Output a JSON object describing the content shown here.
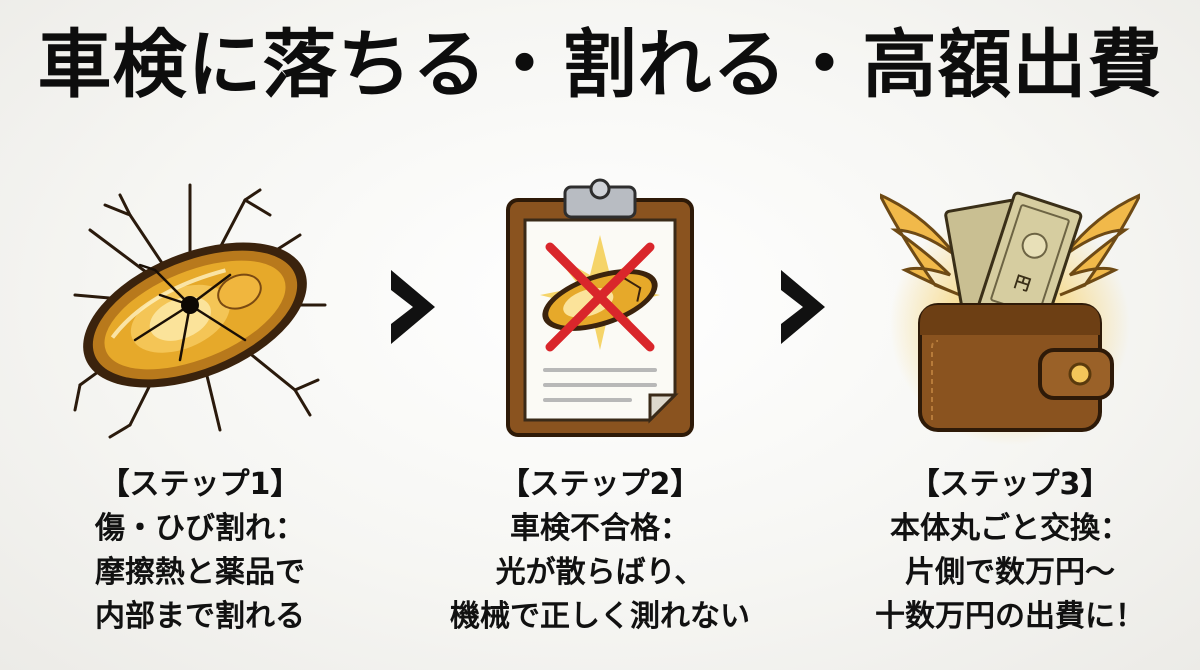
{
  "title": "車検に落ちる・割れる・高額出費",
  "steps": [
    {
      "heading": "【ステップ1】",
      "line1": "傷・ひび割れ：",
      "line2": "摩擦熱と薬品で",
      "line3": "内部まで割れる",
      "icon": "cracked-headlight-icon"
    },
    {
      "heading": "【ステップ2】",
      "line1": "車検不合格：",
      "line2": "光が散らばり、",
      "line3": "機械で正しく測れない",
      "icon": "failed-inspection-clipboard-icon"
    },
    {
      "heading": "【ステップ3】",
      "line1": "本体丸ごと交換：",
      "line2": "片側で数万円〜",
      "line3": "十数万円の出費に！",
      "icon": "flying-money-wallet-icon",
      "banknote_text": "円"
    }
  ],
  "colors": {
    "amber": "#e0a31c",
    "brown": "#7a4a1e",
    "red_x": "#d9262b",
    "arrow": "#111111"
  }
}
